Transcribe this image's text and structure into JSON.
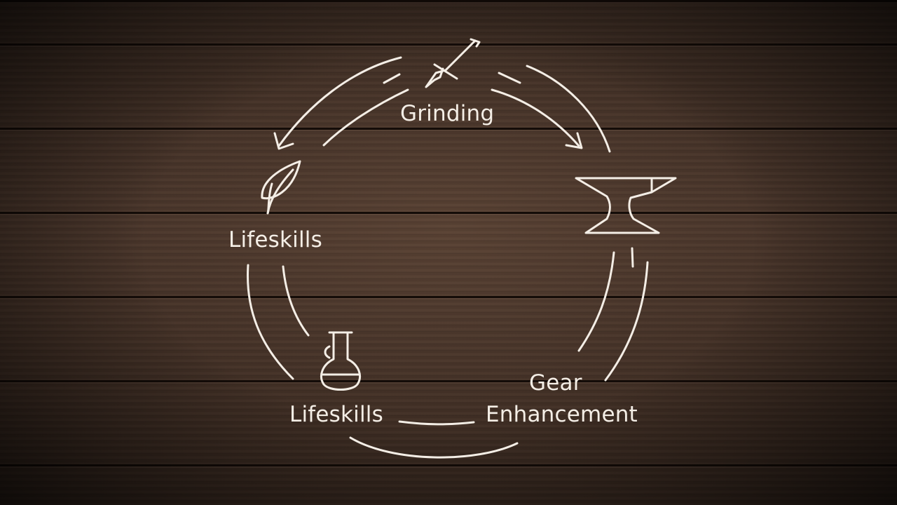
{
  "diagram": {
    "nodes": [
      {
        "id": "grinding",
        "label": "Grinding",
        "icon": "dagger-icon"
      },
      {
        "id": "lifeskills-top",
        "label": "Lifeskills",
        "icon": "leaf-icon"
      },
      {
        "id": "gear",
        "label_line1": "Gear",
        "label_line2": "Enhancement",
        "icon": "anvil-icon"
      },
      {
        "id": "lifeskills-bottom",
        "label": "Lifeskills",
        "icon": "potion-flask-icon"
      }
    ],
    "colors": {
      "chalk": "#f4eee6",
      "wood": "#3b2b22"
    }
  }
}
